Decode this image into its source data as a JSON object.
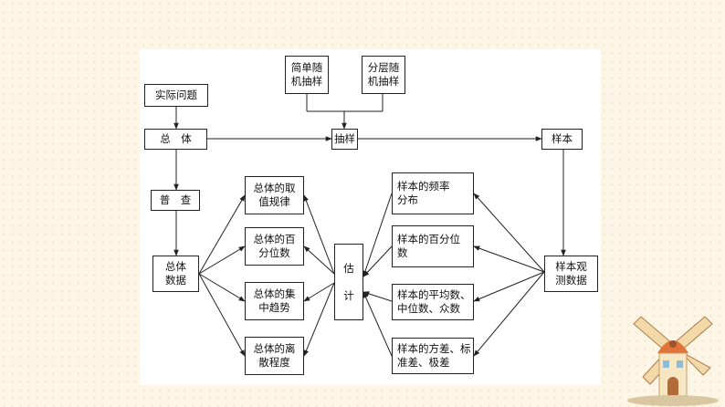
{
  "nodes": {
    "simple_random": "简单随\n机抽样",
    "stratified": "分层随\n机抽样",
    "real_problem": "实际问题",
    "population": "总　体",
    "sampling": "抽样",
    "sample": "样本",
    "census": "普　查",
    "population_data": "总体\n数据",
    "estimate": "估\n\n计",
    "sample_obs_data": "样本观\n测数据",
    "pop_distribution": "总体的取\n值规律",
    "pop_percentile": "总体的百\n分位数",
    "pop_central": "总体的集\n中趋势",
    "pop_dispersion": "总体的离\n散程度",
    "sample_freq": "样本的频率\n分布",
    "sample_percentile": "样本的百分位\n数",
    "sample_mean": "样本的平均数、\n中位数、众数",
    "sample_variance": "样本的方差、标\n准差、极差"
  },
  "colors": {
    "background": "#fdf6e6",
    "panel": "#ffffff",
    "line": "#222222"
  },
  "decoration": {
    "icon": "windmill-icon"
  }
}
